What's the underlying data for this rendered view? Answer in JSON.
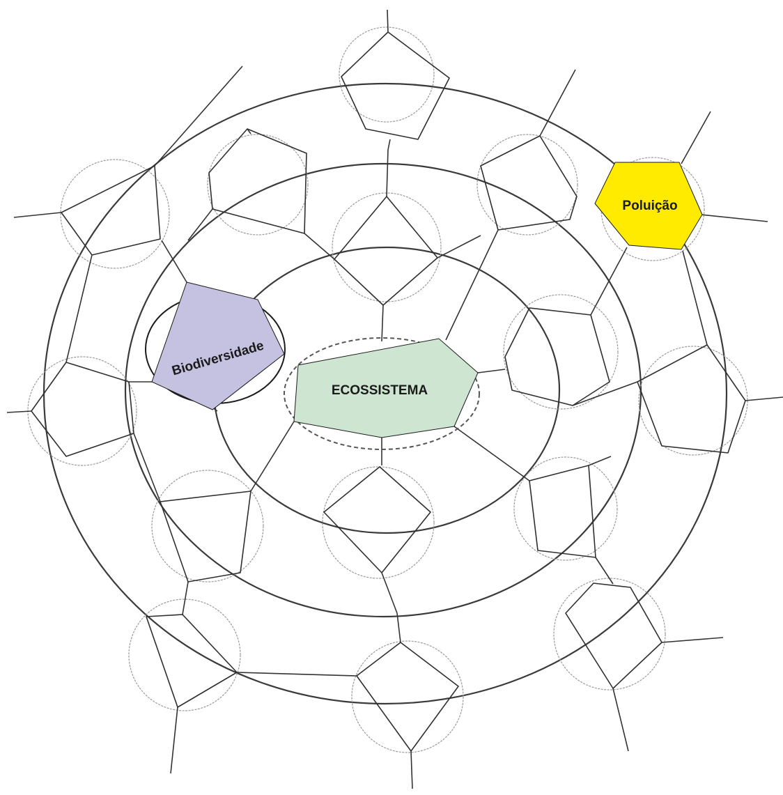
{
  "nodes": {
    "ecossistema": {
      "label": "ECOSSISTEMA",
      "fill": "#cde5d1"
    },
    "biodiversidade": {
      "label": "Biodiversidade",
      "fill": "#c5c1e0"
    },
    "poluicao": {
      "label": "Poluição",
      "fill": "#ffeb00"
    }
  },
  "colors": {
    "line": "#333333",
    "faint_circle": "#9a9a9a",
    "background": "#ffffff"
  }
}
